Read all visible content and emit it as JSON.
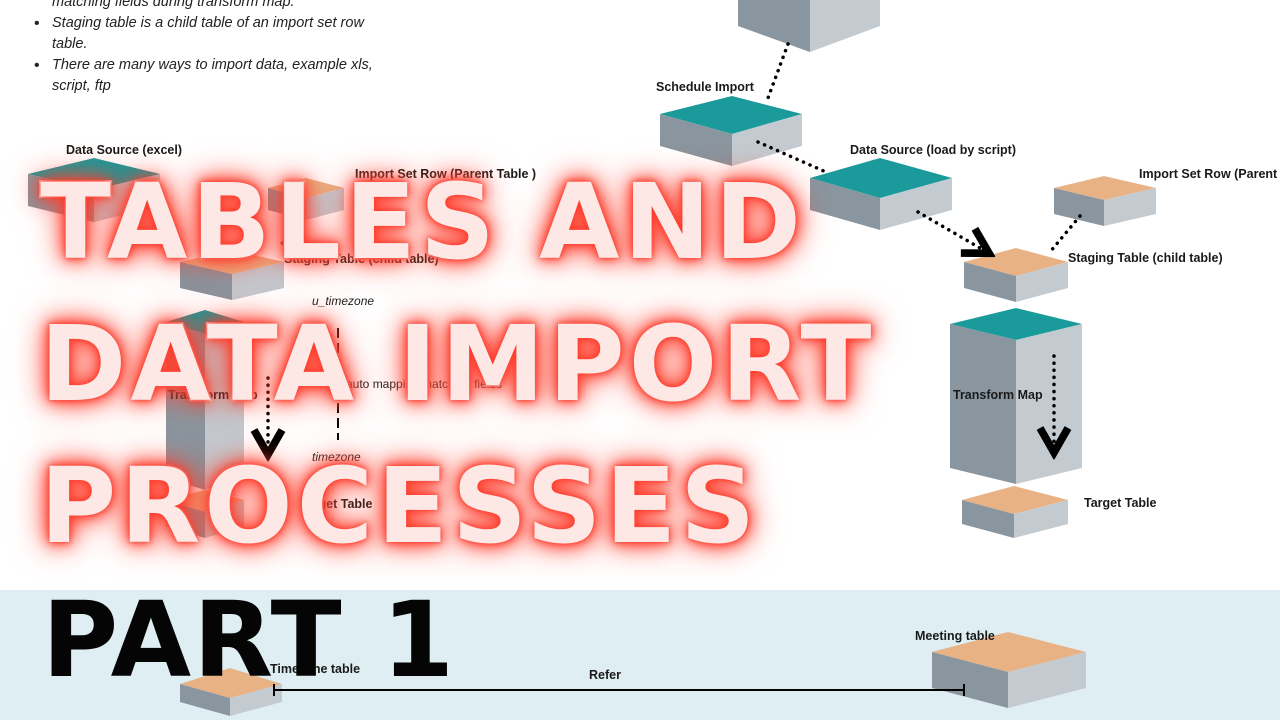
{
  "bullets": {
    "line0": "matching fields during transform map.",
    "line1a": "Staging table  is a child table of an import set row",
    "line1b": "table.",
    "line2a": "There are many ways to import data, example xls,",
    "line2b": "script, ftp"
  },
  "left_diagram": {
    "data_source": "Data Source (excel)",
    "import_set_row": "Import Set Row (Parent Table )",
    "staging_table": "Staging Table (child table)",
    "u_timezone": "u_timezone",
    "auto_mapping": "auto mapping matching fields",
    "transform_map": "Transform Map",
    "timezone": "timezone",
    "target_table": "Target Table"
  },
  "right_diagram": {
    "schedule_import": "Schedule Import",
    "data_source": "Data Source (load by script)",
    "import_set_row": "Import Set Row (Parent Table )",
    "staging_table": "Staging Table (child table)",
    "transform_map": "Transform Map",
    "target_table": "Target Table"
  },
  "bottom_diagram": {
    "timezone_table": "Timezone table",
    "meeting_table": "Meeting table",
    "refer": "Refer"
  },
  "overlay": {
    "line1": "TABLES AND",
    "line2": "DATA IMPORT",
    "line3": "PROCESSES",
    "part": "PART 1"
  },
  "colors": {
    "teal": "#1a9a9b",
    "orange": "#e8b285",
    "side_front": "#8a969f",
    "side_right": "#c3cbd1",
    "band": "#dfeef3",
    "glow": "#ff3a2a"
  }
}
